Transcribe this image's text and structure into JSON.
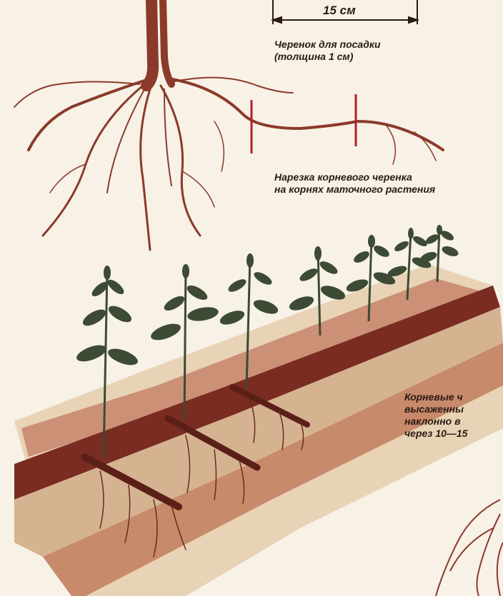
{
  "dimension": "15 см",
  "cutting_caption": {
    "line1": "Черенок для посадки",
    "line2": "(толщина 1 см)"
  },
  "root_cutting_caption": {
    "line1": "Нарезка корневого черенка",
    "line2": "на корнях маточного растения"
  },
  "planted_caption": {
    "line1": "Корневые ч",
    "line2": "высаженны",
    "line3": "наклонно в",
    "line4": "через 10—15"
  },
  "colors": {
    "root": "#8b3a2a",
    "soil_dark": "#7a2c22",
    "soil_light": "#e8d3b6",
    "leaf": "#3d4a34",
    "paper": "#f7f1e6"
  }
}
